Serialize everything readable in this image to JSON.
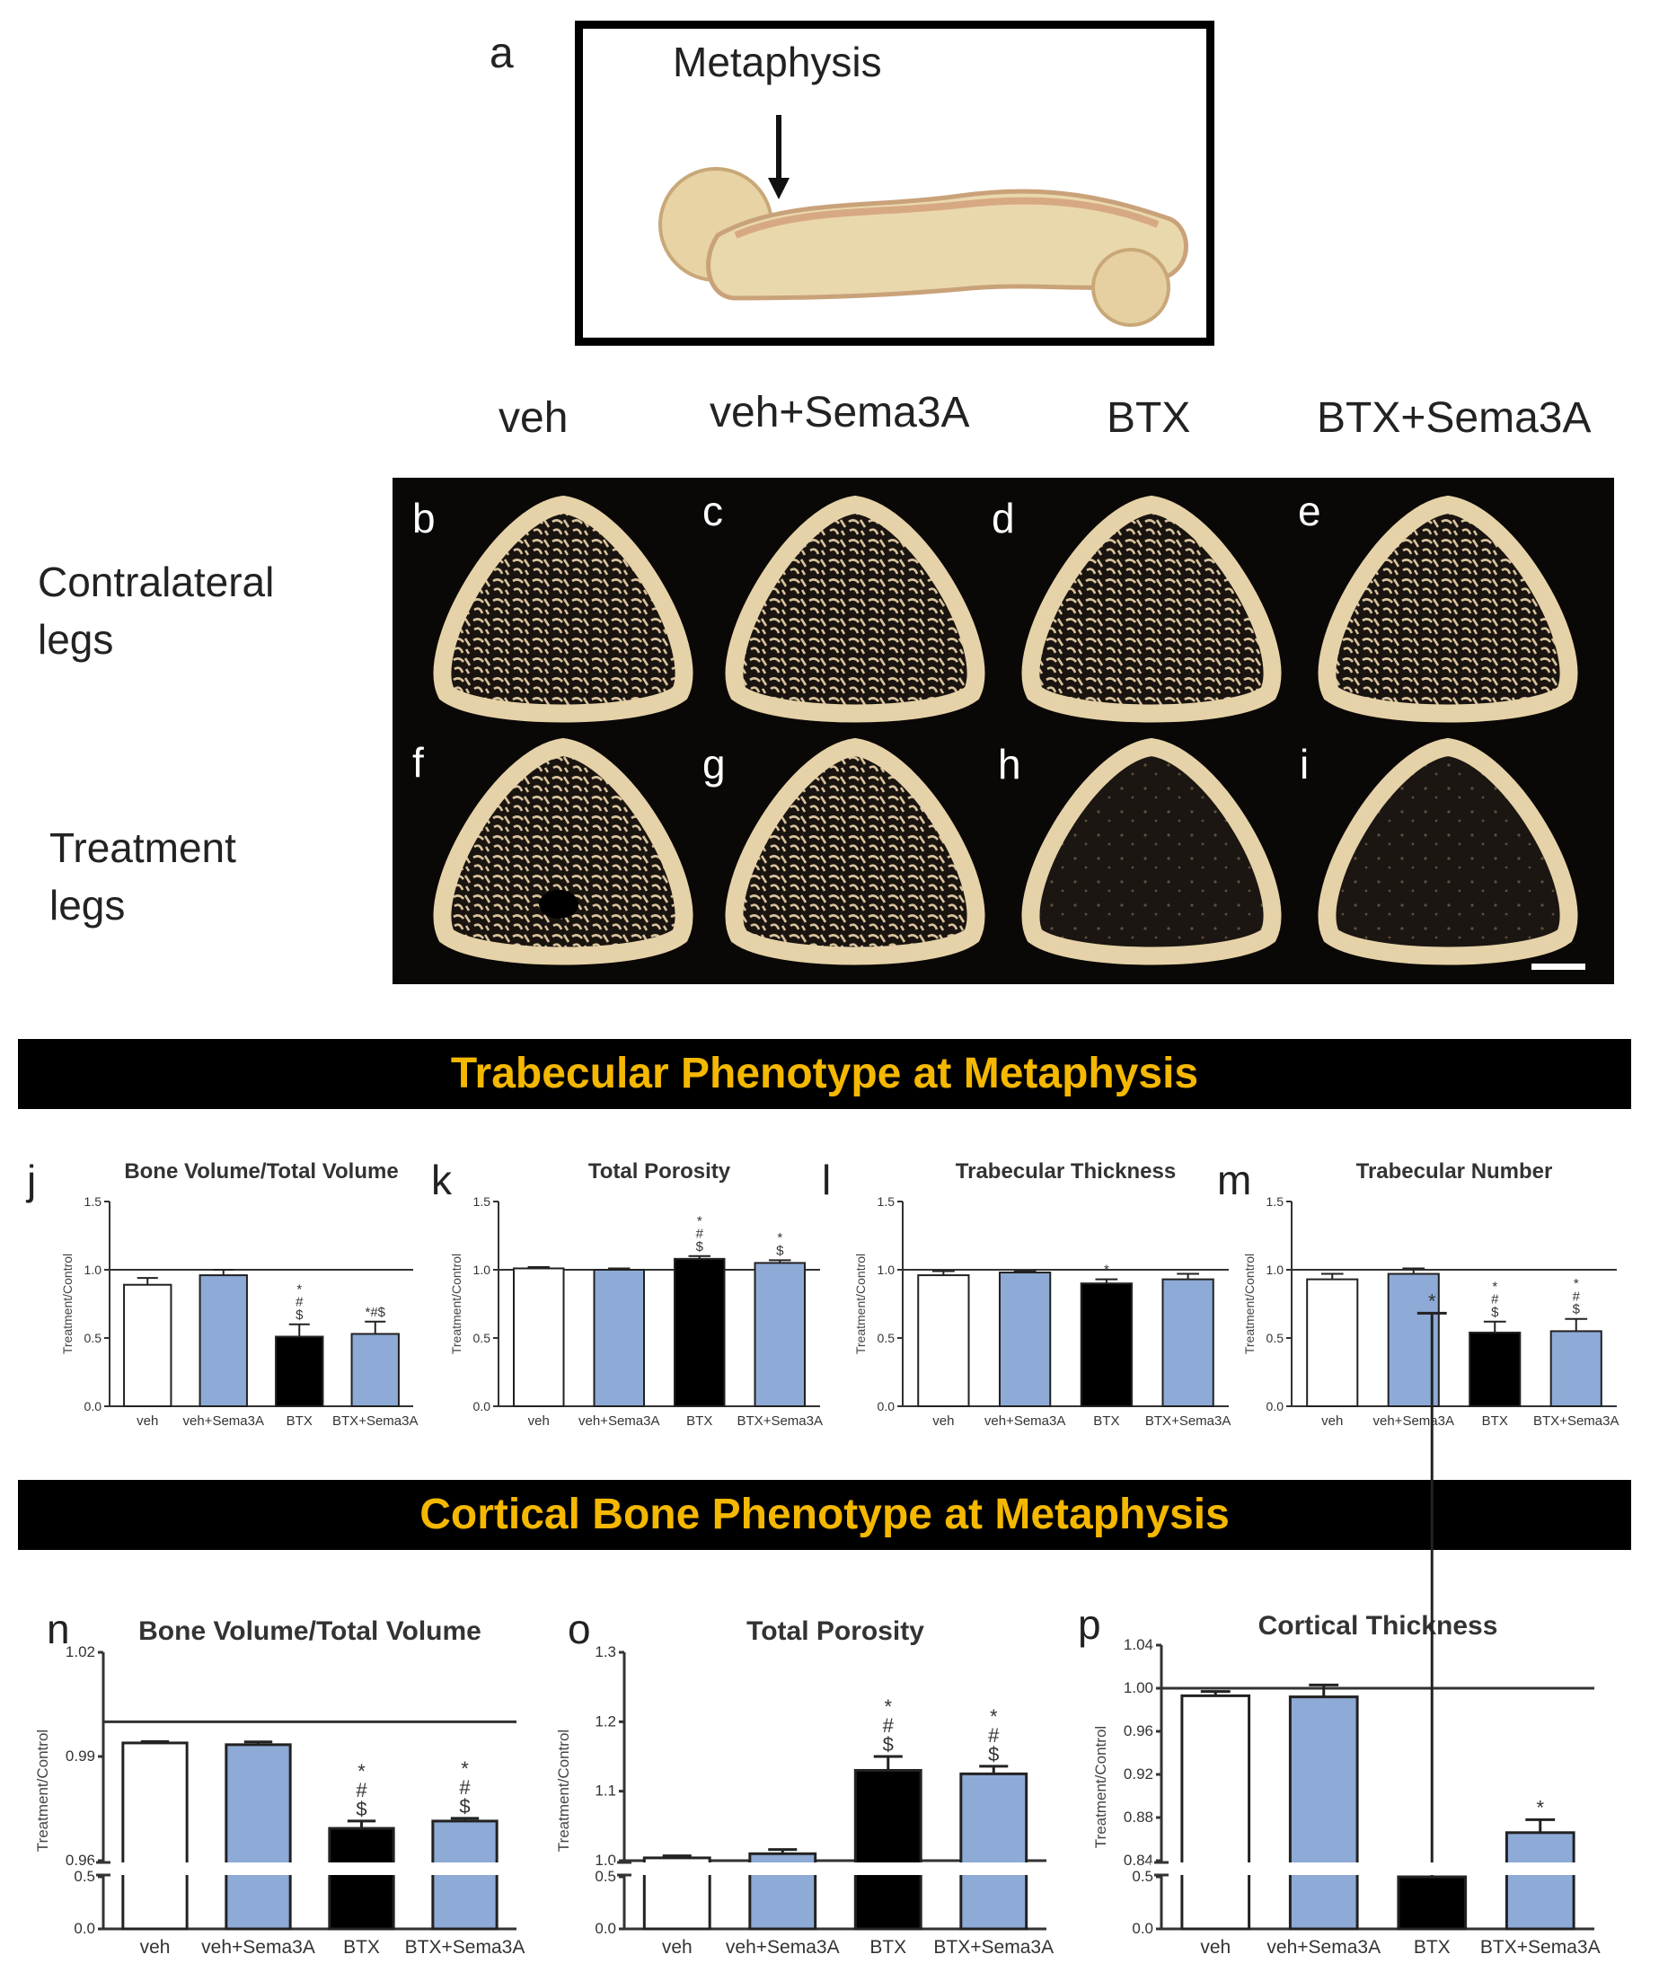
{
  "panel_a": {
    "letter": "a",
    "label": "Metaphysis"
  },
  "groups": [
    "veh",
    "veh+Sema3A",
    "BTX",
    "BTX+Sema3A"
  ],
  "row_labels": {
    "contralateral": [
      "Contralateral",
      "legs"
    ],
    "treatment": [
      "Treatment",
      "legs"
    ]
  },
  "ct_letters": {
    "contralateral": [
      "b",
      "c",
      "d",
      "e"
    ],
    "treatment": [
      "f",
      "g",
      "h",
      "i"
    ]
  },
  "banners": {
    "trabecular": "Trabecular Phenotype at Metaphysis",
    "cortical": "Cortical Bone Phenotype at Metaphysis"
  },
  "colors": {
    "veh": "#ffffff",
    "veh_sema3a": "#8eaad6",
    "btx": "#000000",
    "btx_sema3a": "#8eaad6",
    "banner_text": "#f5b800"
  },
  "chart_data": [
    {
      "id": "j",
      "type": "bar",
      "title": "Bone Volume/Total Volume",
      "ylabel": "Treatment/Control",
      "categories": [
        "veh",
        "veh+Sema3A",
        "BTX",
        "BTX+Sema3A"
      ],
      "values": [
        0.89,
        0.96,
        0.51,
        0.53
      ],
      "errors": [
        0.05,
        0.04,
        0.09,
        0.09
      ],
      "annotations": [
        "",
        "",
        "*\n#\n$",
        "*#$"
      ],
      "ylim": [
        0,
        1.5
      ],
      "yticks": [
        "0.0",
        "0.5",
        "1.0",
        "1.5"
      ],
      "reference_line": 1.0
    },
    {
      "id": "k",
      "type": "bar",
      "title": "Total Porosity",
      "ylabel": "Treatment/Control",
      "categories": [
        "veh",
        "veh+Sema3A",
        "BTX",
        "BTX+Sema3A"
      ],
      "values": [
        1.01,
        1.0,
        1.08,
        1.05
      ],
      "errors": [
        0.01,
        0.01,
        0.02,
        0.02
      ],
      "annotations": [
        "",
        "",
        "*\n#\n$",
        "*\n$"
      ],
      "ylim": [
        0,
        1.5
      ],
      "yticks": [
        "0.0",
        "0.5",
        "1.0",
        "1.5"
      ],
      "reference_line": 1.0
    },
    {
      "id": "l",
      "type": "bar",
      "title": "Trabecular Thickness",
      "ylabel": "Treatment/Control",
      "categories": [
        "veh",
        "veh+Sema3A",
        "BTX",
        "BTX+Sema3A"
      ],
      "values": [
        0.96,
        0.98,
        0.9,
        0.93
      ],
      "errors": [
        0.03,
        0.01,
        0.03,
        0.04
      ],
      "annotations": [
        "",
        "",
        "*",
        ""
      ],
      "ylim": [
        0,
        1.5
      ],
      "yticks": [
        "0.0",
        "0.5",
        "1.0",
        "1.5"
      ],
      "reference_line": 1.0
    },
    {
      "id": "m",
      "type": "bar",
      "title": "Trabecular Number",
      "ylabel": "Treatment/Control",
      "categories": [
        "veh",
        "veh+Sema3A",
        "BTX",
        "BTX+Sema3A"
      ],
      "values": [
        0.93,
        0.97,
        0.54,
        0.55
      ],
      "errors": [
        0.04,
        0.04,
        0.08,
        0.09
      ],
      "annotations": [
        "",
        "",
        "*\n#\n$",
        "*\n#\n$"
      ],
      "ylim": [
        0,
        1.5
      ],
      "yticks": [
        "0.0",
        "0.5",
        "1.0",
        "1.5"
      ],
      "reference_line": 1.0
    },
    {
      "id": "n",
      "type": "bar",
      "title": "Bone Volume/Total Volume",
      "ylabel": "Treatment/Control",
      "categories": [
        "veh",
        "veh+Sema3A",
        "BTX",
        "BTX+Sema3A"
      ],
      "values": [
        0.9939,
        0.9934,
        0.9693,
        0.9714
      ],
      "errors": [
        0.0004,
        0.0008,
        0.0021,
        0.0008
      ],
      "annotations": [
        "",
        "",
        "*\n#\n$",
        "*\n#\n$"
      ],
      "ylim": [
        0,
        1.02
      ],
      "axis_break": [
        0.5,
        0.96
      ],
      "yticks": [
        "0.0",
        "0.5",
        "0.96",
        "0.99",
        "1.02"
      ],
      "reference_line": 1.0
    },
    {
      "id": "o",
      "type": "bar",
      "title": "Total Porosity",
      "ylabel": "Treatment/Control",
      "categories": [
        "veh",
        "veh+Sema3A",
        "BTX",
        "BTX+Sema3A"
      ],
      "values": [
        1.004,
        1.01,
        1.13,
        1.125
      ],
      "errors": [
        0.003,
        0.006,
        0.02,
        0.011
      ],
      "annotations": [
        "",
        "",
        "*\n#\n$",
        "*\n#\n$"
      ],
      "ylim": [
        0,
        1.3
      ],
      "axis_break": [
        0.5,
        1.0
      ],
      "yticks": [
        "0.0",
        "0.5",
        "1.0",
        "1.1",
        "1.2",
        "1.3"
      ],
      "reference_line": 1.0
    },
    {
      "id": "p",
      "type": "bar",
      "title": "Cortical Thickness",
      "ylabel": "Treatment/Control",
      "categories": [
        "veh",
        "veh+Sema3A",
        "BTX",
        "BTX+Sema3A"
      ],
      "values": [
        0.993,
        0.992,
        0.5,
        0.866
      ],
      "errors": [
        0.004,
        0.011,
        0.848,
        0.012
      ],
      "annotations": [
        "",
        "",
        "*",
        "*"
      ],
      "ylim": [
        0,
        1.04
      ],
      "axis_break": [
        0.5,
        0.84
      ],
      "yticks": [
        "0.0",
        "0.5",
        "0.84",
        "0.88",
        "0.92",
        "0.96",
        "1.00",
        "1.04"
      ],
      "reference_line": 1.0
    }
  ]
}
